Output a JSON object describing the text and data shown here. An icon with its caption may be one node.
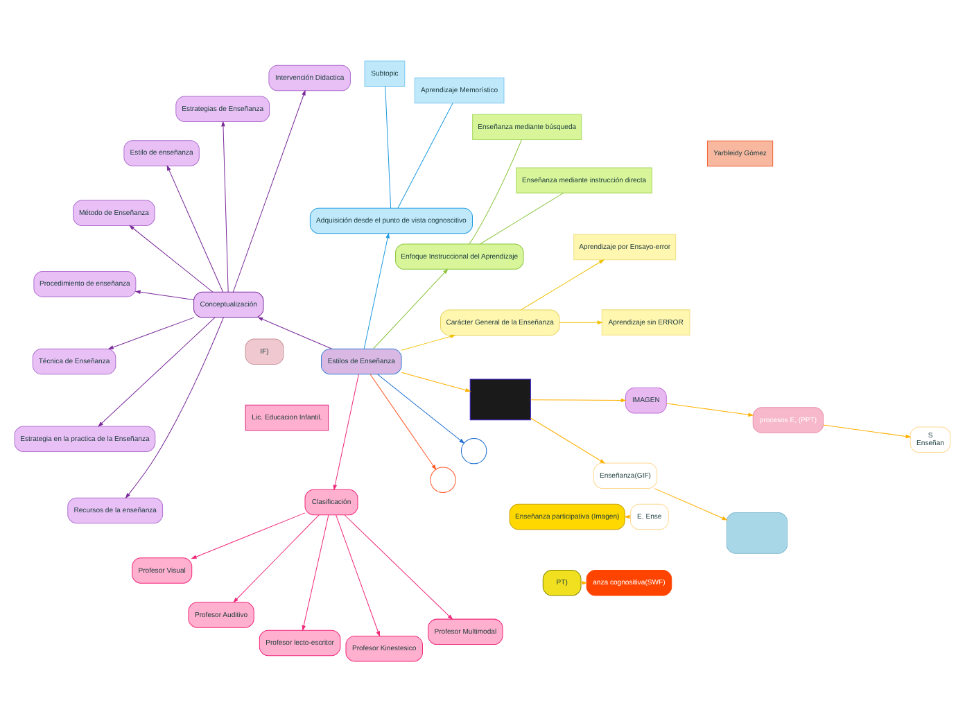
{
  "diagram": {
    "nodes": [
      {
        "text": [
          "Estilos de Enseñanza"
        ]
      },
      {
        "text": [
          "Carácter General de la Enseñanza"
        ]
      },
      {
        "text": [
          "Aprendizaje sin ERROR"
        ]
      },
      {
        "text": [
          "Aprendizaje por Ensayo-error"
        ]
      },
      {
        "text": [
          "Enfoque Instruccional del Aprendizaje"
        ]
      },
      {
        "text": [
          "Enseñanza mediante instrucción directa"
        ]
      },
      {
        "text": [
          "Enseñanza mediante búsqueda"
        ]
      },
      {
        "text": [
          "Adquisición desde el punto de vista cognoscitivo"
        ]
      },
      {
        "text": [
          "Aprendizaje Memorístico"
        ]
      },
      {
        "text": [
          "Subtopic"
        ]
      },
      {
        "text": [
          "Conceptualización"
        ]
      },
      {
        "text": [
          "Intervención Didactica"
        ]
      },
      {
        "text": [
          "Estrategias de Enseñanza"
        ]
      },
      {
        "text": [
          "Estilo de enseñanza"
        ]
      },
      {
        "text": [
          "Método de Enseñanza"
        ]
      },
      {
        "text": [
          "Procedimiento de enseñanza"
        ]
      },
      {
        "text": [
          "Técnica de Enseñanza"
        ]
      },
      {
        "text": [
          "Estrategia en la practica de la Enseñanza"
        ]
      },
      {
        "text": [
          "Recursos de la enseñanza"
        ]
      },
      {
        "text": [
          "Clasificación"
        ]
      },
      {
        "text": [
          "Profesor Visual"
        ]
      },
      {
        "text": [
          "Profesor Auditivo"
        ]
      },
      {
        "text": [
          "Profesor lecto-escritor"
        ]
      },
      {
        "text": [
          "Profesor Kinestesico"
        ]
      },
      {
        "text": [
          "Profesor Multimodal"
        ]
      },
      {
        "text": [],
        "shape": "circle"
      },
      {
        "text": [],
        "shape": "circle"
      },
      {
        "text": [],
        "shape": "box"
      },
      {
        "text": [
          "Enseñanza(GIF)"
        ]
      },
      {
        "text": [],
        "shape": "box"
      },
      {
        "text": [
          "IMAGEN"
        ]
      },
      {
        "text": [
          "procesos E, (PPT)"
        ]
      },
      {
        "text": [
          "S",
          "Enseñan"
        ]
      },
      {
        "text": [
          "E. Ense"
        ]
      },
      {
        "text": [
          "Enseñanza participativa (Imagen)"
        ]
      },
      {
        "text": [
          "anza cognositiva(SWF)"
        ]
      },
      {
        "text": [
          "PT)"
        ]
      },
      {
        "text": [
          "IF)"
        ]
      },
      {
        "text": [
          "Yarbleidy Gómez"
        ]
      },
      {
        "text": [
          "Lic. Educacion Infantil."
        ]
      }
    ],
    "edges": [
      {
        "from": 0,
        "to": 1,
        "arrow": "to",
        "color": "#f0c000"
      },
      {
        "from": 1,
        "to": 2,
        "arrow": "to",
        "color": "#f0c000"
      },
      {
        "from": 1,
        "to": 3,
        "arrow": "to",
        "color": "#f0c000"
      },
      {
        "from": 0,
        "to": 4,
        "arrow": "to",
        "color": "#8cc63f"
      },
      {
        "from": 4,
        "to": 5,
        "arrow": "none",
        "color": "#8cc63f"
      },
      {
        "from": 4,
        "to": 6,
        "arrow": "none",
        "color": "#8cc63f"
      },
      {
        "from": 0,
        "to": 7,
        "arrow": "to",
        "color": "#1e9be0"
      },
      {
        "from": 7,
        "to": 8,
        "arrow": "none",
        "color": "#1e9be0"
      },
      {
        "from": 7,
        "to": 9,
        "arrow": "none",
        "color": "#1e9be0"
      },
      {
        "from": 0,
        "to": 10,
        "arrow": "to"
      },
      {
        "from": 10,
        "to": 11,
        "arrow": "to"
      },
      {
        "from": 10,
        "to": 12,
        "arrow": "to"
      },
      {
        "from": 10,
        "to": 13,
        "arrow": "to"
      },
      {
        "from": 10,
        "to": 14,
        "arrow": "to"
      },
      {
        "from": 10,
        "to": 15,
        "arrow": "to"
      },
      {
        "from": 10,
        "to": 16,
        "arrow": "to"
      },
      {
        "from": 10,
        "to": 17,
        "arrow": "to"
      },
      {
        "from": 10,
        "to": 18,
        "arrow": "to"
      },
      {
        "from": 0,
        "to": 19,
        "arrow": "to",
        "color": "#f0287a"
      },
      {
        "from": 19,
        "to": 20,
        "arrow": "to",
        "color": "#f0287a"
      },
      {
        "from": 19,
        "to": 21,
        "arrow": "to",
        "color": "#f0287a"
      },
      {
        "from": 19,
        "to": 22,
        "arrow": "to",
        "color": "#f0287a"
      },
      {
        "from": 19,
        "to": 23,
        "arrow": "to",
        "color": "#f0287a"
      },
      {
        "from": 19,
        "to": 24,
        "arrow": "to",
        "color": "#f0287a"
      },
      {
        "from": 0,
        "to": 25,
        "arrow": "to",
        "color": "#ff5a28"
      },
      {
        "from": 0,
        "to": 26,
        "arrow": "to",
        "color": "#1e6fd0"
      },
      {
        "from": 0,
        "to": 27,
        "arrow": "to",
        "color": "#ffb000"
      },
      {
        "from": 27,
        "to": 28,
        "arrow": "to",
        "color": "#ffb000"
      },
      {
        "from": 28,
        "to": 29,
        "arrow": "to",
        "color": "#ffb000"
      },
      {
        "from": 27,
        "to": 30,
        "arrow": "to",
        "color": "#ffb000"
      },
      {
        "from": 30,
        "to": 31,
        "arrow": "to",
        "color": "#ffb000"
      },
      {
        "from": 31,
        "to": 32,
        "arrow": "to",
        "color": "#ffb000"
      },
      {
        "from": 33,
        "to": 34,
        "arrow": "to",
        "color": "#ffb000"
      },
      {
        "from": 36,
        "to": 35,
        "arrow": "to",
        "color": "#ffb000"
      }
    ]
  }
}
